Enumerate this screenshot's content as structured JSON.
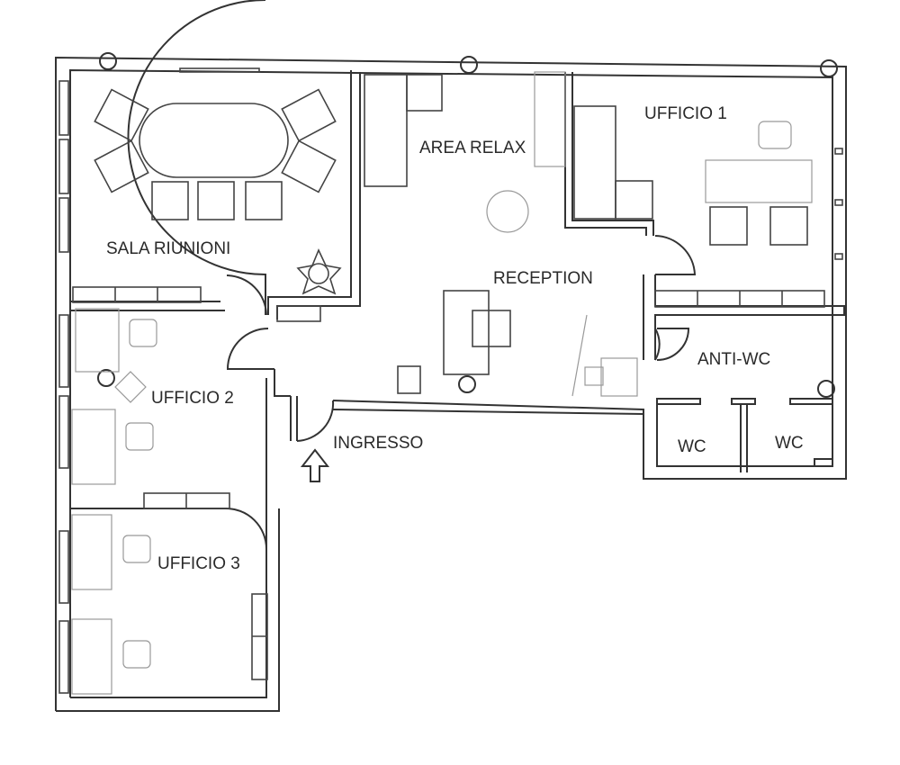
{
  "plan": {
    "rooms": {
      "sala_riunioni": "SALA RIUNIONI",
      "area_relax": "AREA RELAX",
      "ufficio_1": "UFFICIO 1",
      "reception": "RECEPTION",
      "ufficio_2": "UFFICIO 2",
      "ufficio_3": "UFFICIO 3",
      "anti_wc": "ANTI-WC",
      "wc_left": "WC",
      "wc_right": "WC",
      "ingresso": "INGRESSO"
    },
    "colors": {
      "line": "#333333",
      "light_line": "#999999",
      "background": "#ffffff"
    }
  }
}
